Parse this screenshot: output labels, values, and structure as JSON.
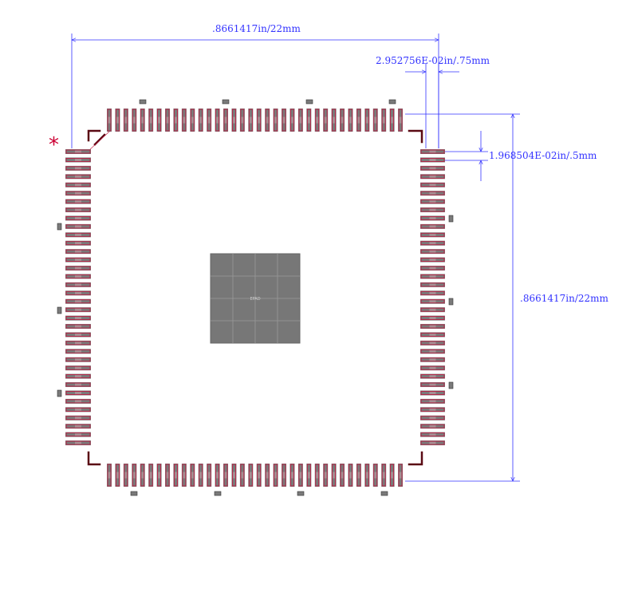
{
  "diagram": {
    "package": {
      "pins_per_side": 36
    },
    "dimensions": {
      "width_label": ".8661417in/22mm",
      "height_label": ".8661417in/22mm",
      "pitch_label": "1.968504E-02in/.5mm",
      "pad_width_label": "2.952756E-02in/.75mm"
    },
    "pin1_marker": "*",
    "epad_label": "EPAD",
    "colors": {
      "pad": "#7a7a7a",
      "pad_outline": "#c0143c",
      "silkscreen": "#5a0a14",
      "dimension": "#3333ff",
      "epad": "#777777",
      "epad_grid": "#9a9a9a",
      "marker": "#cc0033"
    }
  }
}
